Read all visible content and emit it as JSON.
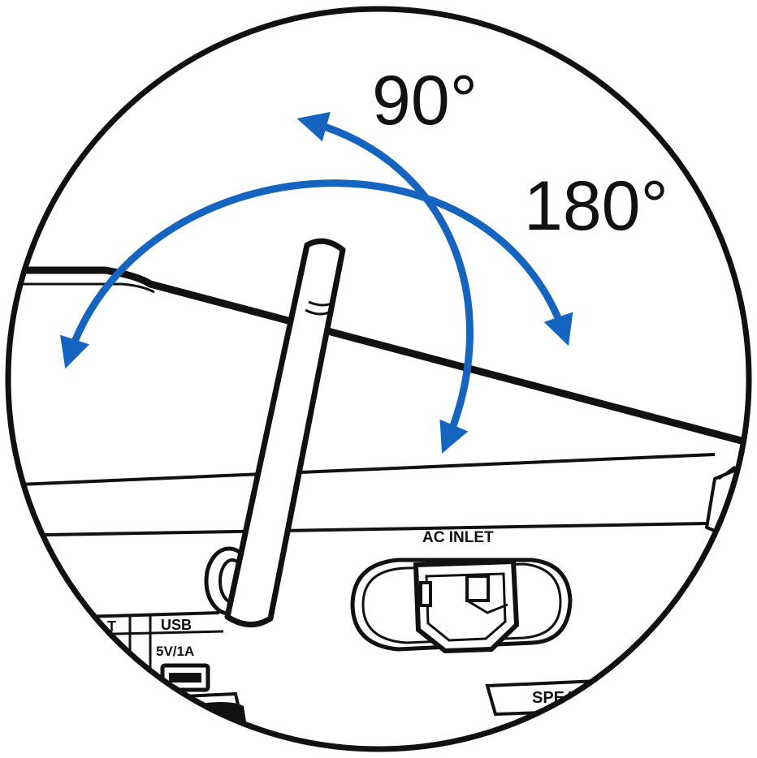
{
  "labels": {
    "angle_90": "90°",
    "angle_180": "180°",
    "ac_inlet": "AC INLET",
    "usb": "USB",
    "usb_rating": "5V/1A",
    "port_left_partial": "T",
    "speaker_partial": "SPEA"
  },
  "colors": {
    "arrow": "#1565C0",
    "line": "#111111",
    "background": "#ffffff"
  }
}
